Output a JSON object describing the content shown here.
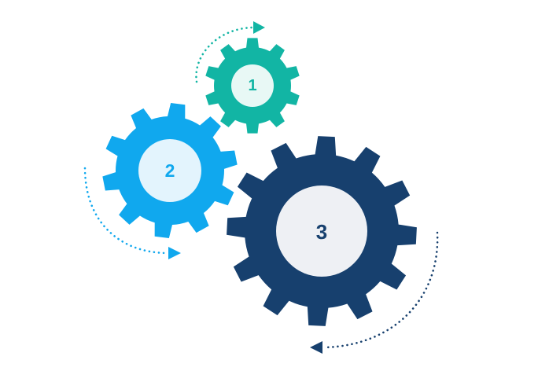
{
  "gears": [
    {
      "id": "gear-1",
      "label": "1",
      "body_color": "#12B5A4",
      "hub_color": "#E8F8F5",
      "label_color": "#12B5A4"
    },
    {
      "id": "gear-2",
      "label": "2",
      "body_color": "#10A8EE",
      "hub_color": "#E3F4FD",
      "label_color": "#10A8EE"
    },
    {
      "id": "gear-3",
      "label": "3",
      "body_color": "#17406E",
      "hub_color": "#EEF0F4",
      "label_color": "#17406E"
    }
  ],
  "arrows": [
    {
      "id": "arrow-1",
      "color": "#12B5A4"
    },
    {
      "id": "arrow-2",
      "color": "#10A8EE"
    },
    {
      "id": "arrow-3",
      "color": "#17406E"
    }
  ]
}
